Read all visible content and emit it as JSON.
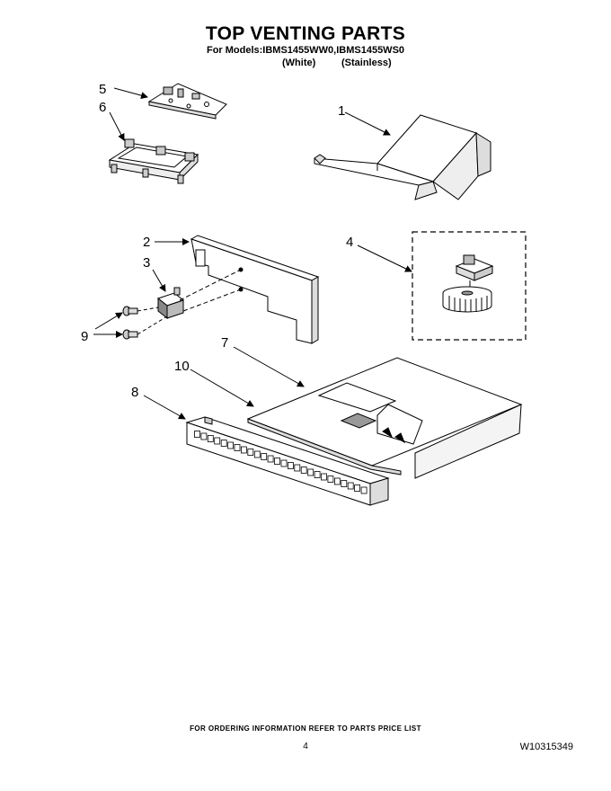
{
  "header": {
    "title": "TOP VENTING PARTS",
    "models_line": "For Models:IBMS1455WW0,IBMS1455WS0",
    "variant_white": "(White)",
    "variant_stainless": "(Stainless)"
  },
  "callouts": [
    "1",
    "2",
    "3",
    "4",
    "5",
    "6",
    "7",
    "8",
    "9",
    "10"
  ],
  "footer": {
    "ordering_note": "FOR ORDERING INFORMATION REFER TO PARTS PRICE LIST",
    "page_number": "4",
    "document_number": "W10315349"
  }
}
